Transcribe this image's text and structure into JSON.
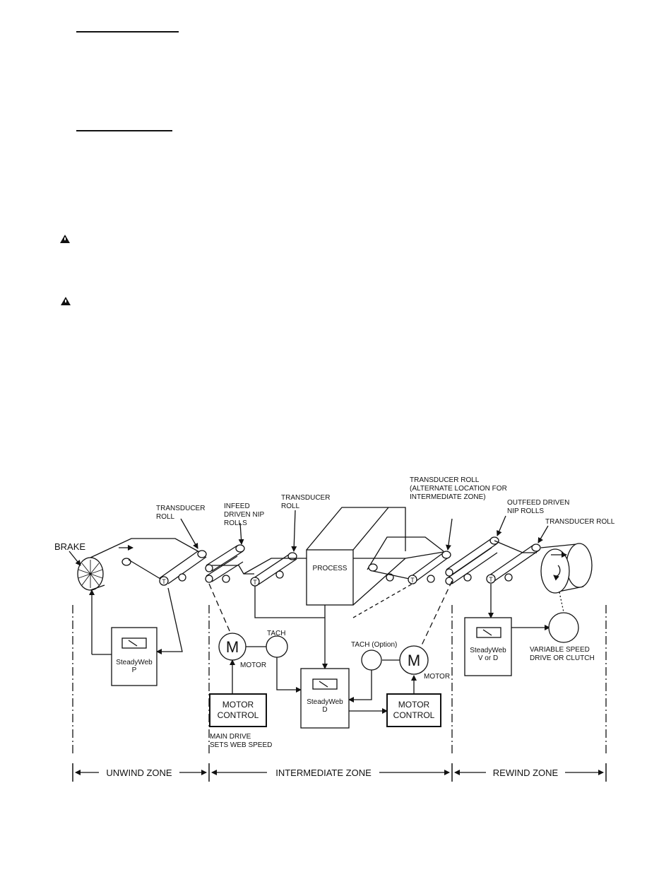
{
  "page": {
    "warning_icons": [
      "warning-triangle-icon",
      "warning-triangle-icon"
    ]
  },
  "diagram": {
    "labels": {
      "brake": "BRAKE",
      "transducer_roll_1": [
        "TRANSDUCER",
        "ROLL"
      ],
      "infeed_rolls": [
        "INFEED",
        "DRIVEN NIP",
        "ROLLS"
      ],
      "transducer_roll_2": [
        "TRANSDUCER",
        "ROLL"
      ],
      "transducer_roll_alt": [
        "TRANSDUCER ROLL",
        "(ALTERNATE LOCATION FOR",
        "INTERMEDIATE ZONE)"
      ],
      "outfeed_rolls": [
        "OUTFEED DRIVEN",
        "NIP ROLLS"
      ],
      "transducer_roll_3": "TRANSDUCER ROLL",
      "process": "PROCESS",
      "tach": "TACH",
      "motor_left": "MOTOR",
      "tach_option": "TACH (Option)",
      "motor_right": "MOTOR",
      "motor_letter": "M",
      "motor_control": [
        "MOTOR",
        "CONTROL"
      ],
      "main_drive": [
        "MAIN DRIVE",
        "SETS WEB SPEED"
      ],
      "variable_speed": [
        "VARIABLE SPEED",
        "DRIVE OR CLUTCH"
      ],
      "transducer_marker": "T"
    },
    "controllers": {
      "p": [
        "SteadyWeb",
        "P"
      ],
      "d": [
        "SteadyWeb",
        "D"
      ],
      "v": [
        "SteadyWeb",
        "V or D"
      ]
    },
    "zones": {
      "unwind": "UNWIND ZONE",
      "intermediate": "INTERMEDIATE ZONE",
      "rewind": "REWIND ZONE"
    }
  }
}
